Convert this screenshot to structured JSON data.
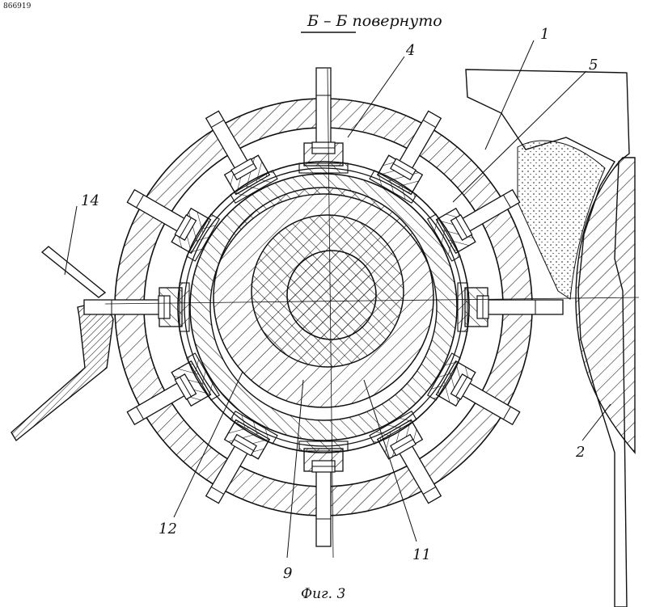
{
  "section_title": "Б – Б повернуто",
  "figure_caption": "Фиг. 3",
  "corner_number": "866919",
  "labels": {
    "l1": "1",
    "l2": "2",
    "l4": "4",
    "l5": "5",
    "l9": "9",
    "l11": "11",
    "l12": "12",
    "l14": "14"
  },
  "colors": {
    "ink": "#111111",
    "paper": "#ffffff"
  }
}
